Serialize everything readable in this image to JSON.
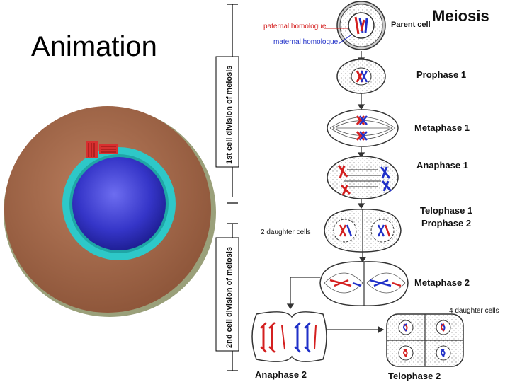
{
  "slide": {
    "title": "Animation"
  },
  "diagram": {
    "title": "Meiosis",
    "parent_cell_label": "Parent cell",
    "paternal_label": "paternal homologue",
    "maternal_label": "maternal homologue",
    "division1_label": "1st cell division of meiosis",
    "division2_label": "2nd cell division of meiosis",
    "daughter2_label": "2 daughter cells",
    "daughter4_label": "4 daughter cells",
    "stages": {
      "prophase1": "Prophase 1",
      "metaphase1": "Metaphase 1",
      "anaphase1": "Anaphase 1",
      "telophase1": "Telophase 1",
      "prophase2": "Prophase 2",
      "metaphase2": "Metaphase 2",
      "anaphase2": "Anaphase 2",
      "telophase2": "Telophase 2"
    },
    "colors": {
      "paternal": "#d42020",
      "maternal": "#2030c8",
      "cell": "#a86a4a",
      "nucleus": "#3a3ad0",
      "envelope": "#2ec8c8"
    }
  }
}
